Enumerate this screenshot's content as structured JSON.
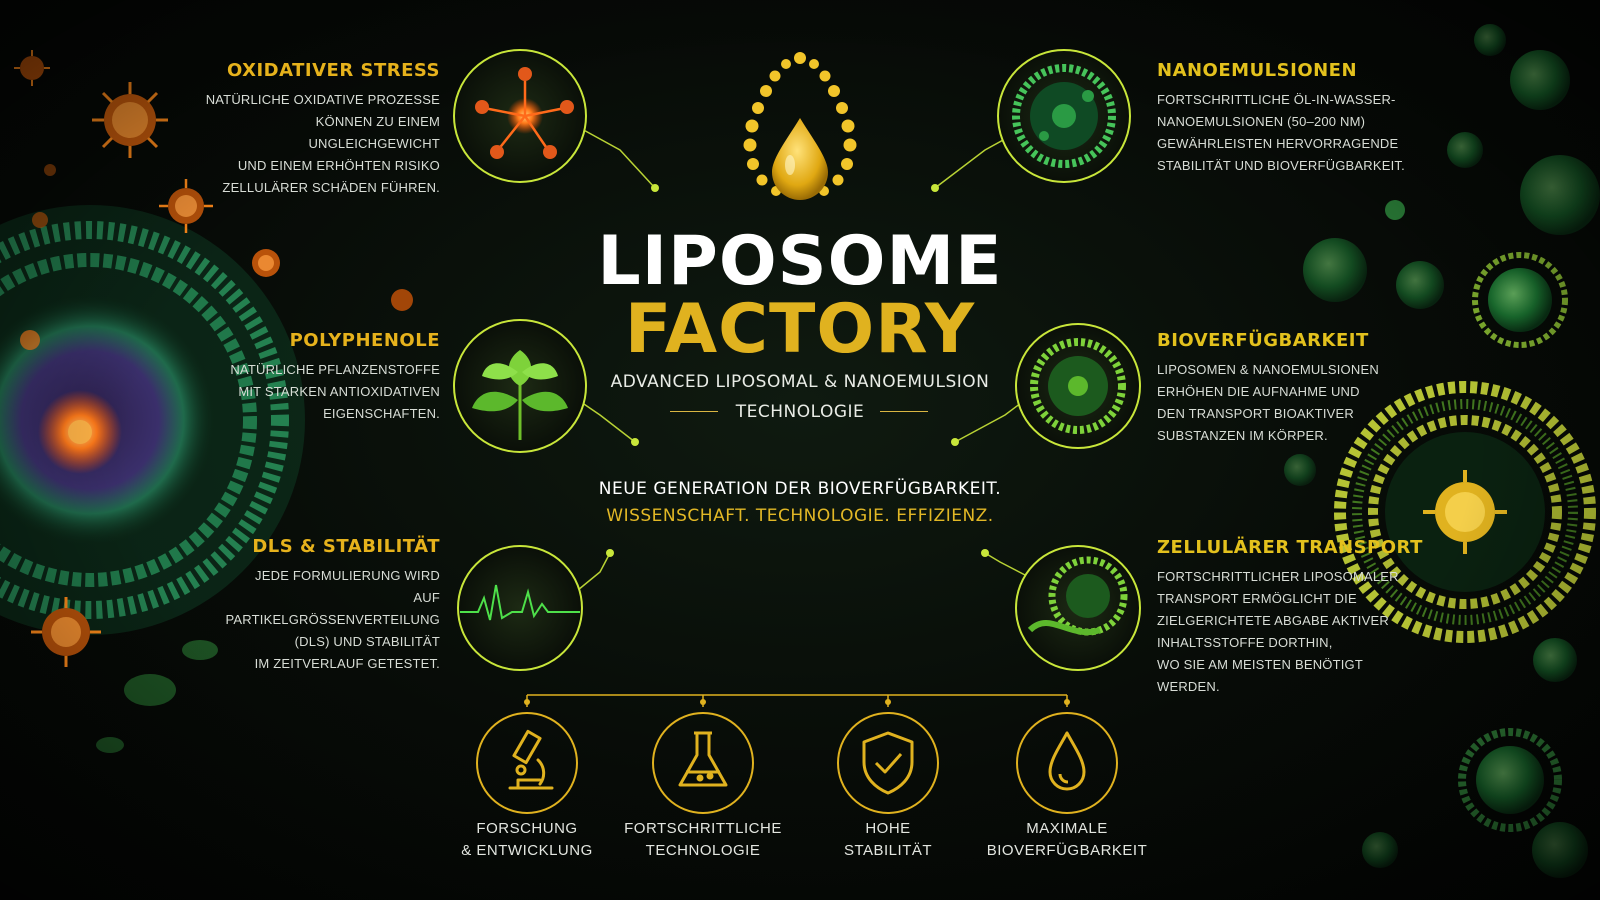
{
  "title": {
    "line1": "LIPOSOME",
    "line2": "FACTORY"
  },
  "subtitle": {
    "line1": "ADVANCED LIPOSOMAL & NANOEMULSION",
    "line2": "TECHNOLOGIE"
  },
  "tagline": {
    "line1": "NEUE GENERATION DER BIOVERFÜGBARKEIT.",
    "line2": "WISSENSCHAFT. TECHNOLOGIE. EFFIZIENZ."
  },
  "features": {
    "oxidativer_stress": {
      "title": "OXIDATIVER STRESS",
      "lines": [
        "NATÜRLICHE OXIDATIVE PROZESSE",
        "KÖNNEN ZU EINEM UNGLEICHGEWICHT",
        "UND EINEM ERHÖHTEN RISIKO",
        "ZELLULÄRER SCHÄDEN FÜHREN."
      ]
    },
    "polyphenole": {
      "title": "POLYPHENOLE",
      "lines": [
        "NATÜRLICHE PFLANZENSTOFFE",
        "MIT STARKEN ANTIOXIDATIVEN",
        "EIGENSCHAFTEN."
      ]
    },
    "dls": {
      "title": "DLS & STABILITÄT",
      "lines": [
        "JEDE FORMULIERUNG WIRD",
        "AUF PARTIKELGRÖSSENVERTEILUNG",
        "(DLS) UND STABILITÄT",
        "IM ZEITVERLAUF GETESTET."
      ]
    },
    "nanoemulsionen": {
      "title": "NANOEMULSIONEN",
      "lines": [
        "FORTSCHRITTLICHE ÖL-IN-WASSER-",
        "NANOEMULSIONEN (50–200 NM)",
        "GEWÄHRLEISTEN HERVORRAGENDE",
        "STABILITÄT UND BIOVERFÜGBARKEIT."
      ]
    },
    "bioverfuegbarkeit": {
      "title": "BIOVERFÜGBARKEIT",
      "lines": [
        "LIPOSOMEN & NANOEMULSIONEN",
        "ERHÖHEN DIE AUFNAHME UND",
        "DEN TRANSPORT BIOAKTIVER",
        "SUBSTANZEN IM KÖRPER."
      ]
    },
    "zellulaerer_transport": {
      "title": "ZELLULÄRER TRANSPORT",
      "lines": [
        "FORTSCHRITTLICHER LIPOSOMALER",
        "TRANSPORT ERMÖGLICHT DIE",
        "ZIELGERICHTETE ABGABE AKTIVER",
        "INHALTSSTOFFE DORTHIN,",
        "WO SIE AM MEISTEN BENÖTIGT",
        "WERDEN."
      ]
    }
  },
  "bottom_items": [
    {
      "icon": "microscope-icon",
      "line1": "FORSCHUNG",
      "line2": "& ENTWICKLUNG"
    },
    {
      "icon": "flask-icon",
      "line1": "FORTSCHRITTLICHE",
      "line2": "TECHNOLOGIE"
    },
    {
      "icon": "shield-check-icon",
      "line1": "HOHE",
      "line2": "STABILITÄT"
    },
    {
      "icon": "droplet-icon",
      "line1": "MAXIMALE",
      "line2": "BIOVERFÜGBARKEIT"
    }
  ],
  "colors": {
    "gold": "#e0b21f",
    "lime": "#c8e63a",
    "green": "#3fbf55",
    "orange": "#ff7a1a",
    "background": "#070b07"
  }
}
